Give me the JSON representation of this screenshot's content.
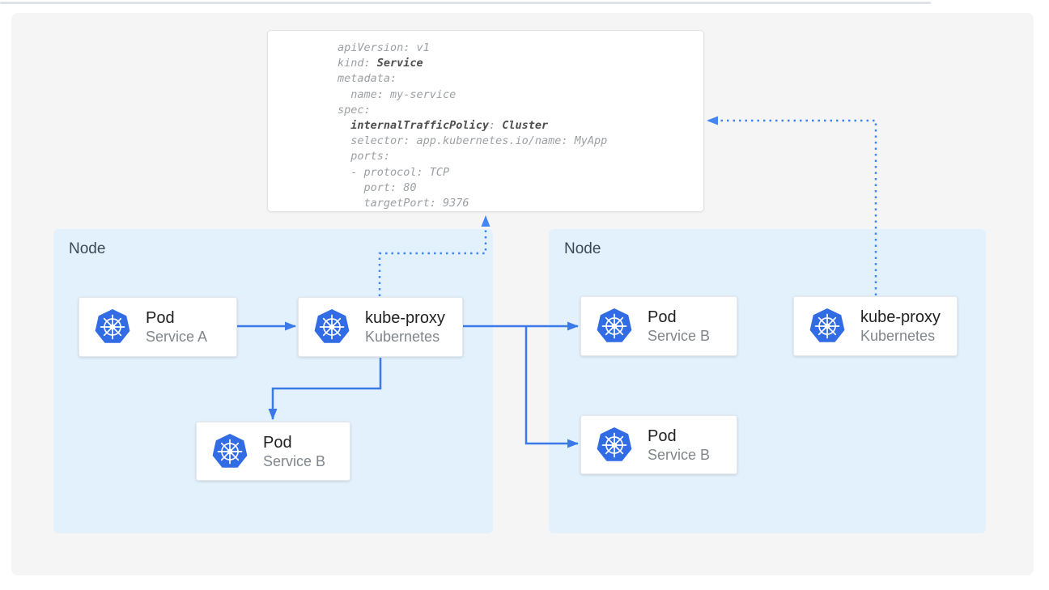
{
  "colors": {
    "canvas_bg": "#f5f5f6",
    "node_bg": "#e3f1fd",
    "k8s_blue": "#326ce5",
    "arrow": "#3b78e8",
    "dotted": "#4285f4",
    "card_border": "#e6e8eb",
    "box_border": "#e0e0e0",
    "card_title": "#212121",
    "card_subtitle": "#80868b",
    "node_label": "#3c4852",
    "code_regular": "#9c9fa3",
    "code_bold": "#4d4d4d",
    "top_divider": "#dfe3e8"
  },
  "service_manifest": {
    "lines": [
      [
        {
          "t": "apiVersion: v1"
        }
      ],
      [
        {
          "t": "kind: "
        },
        {
          "t": "Service",
          "b": true
        }
      ],
      [
        {
          "t": "metadata:"
        }
      ],
      [
        {
          "t": "  name: my-service"
        }
      ],
      [
        {
          "t": "spec:"
        }
      ],
      [
        {
          "t": "  "
        },
        {
          "t": "internalTrafficPolicy",
          "b": true
        },
        {
          "t": ": "
        },
        {
          "t": "Cluster",
          "b": true
        }
      ],
      [
        {
          "t": "  selector: app.kubernetes.io/name: MyApp"
        }
      ],
      [
        {
          "t": "  ports:"
        }
      ],
      [
        {
          "t": "  - protocol: TCP"
        }
      ],
      [
        {
          "t": "    port: 80"
        }
      ],
      [
        {
          "t": "    targetPort: 9376"
        }
      ]
    ]
  },
  "nodes": {
    "left": {
      "label": "Node"
    },
    "right": {
      "label": "Node"
    }
  },
  "cards": {
    "pod_a": {
      "title": "Pod",
      "subtitle": "Service A",
      "icon": "kubernetes-wheel"
    },
    "kube_proxy_left": {
      "title": "kube-proxy",
      "subtitle": "Kubernetes",
      "icon": "kubernetes-wheel"
    },
    "pod_b_left": {
      "title": "Pod",
      "subtitle": "Service B",
      "icon": "kubernetes-wheel"
    },
    "pod_b_right_top": {
      "title": "Pod",
      "subtitle": "Service B",
      "icon": "kubernetes-wheel"
    },
    "pod_b_right_bottom": {
      "title": "Pod",
      "subtitle": "Service B",
      "icon": "kubernetes-wheel"
    },
    "kube_proxy_right": {
      "title": "kube-proxy",
      "subtitle": "Kubernetes",
      "icon": "kubernetes-wheel"
    }
  }
}
